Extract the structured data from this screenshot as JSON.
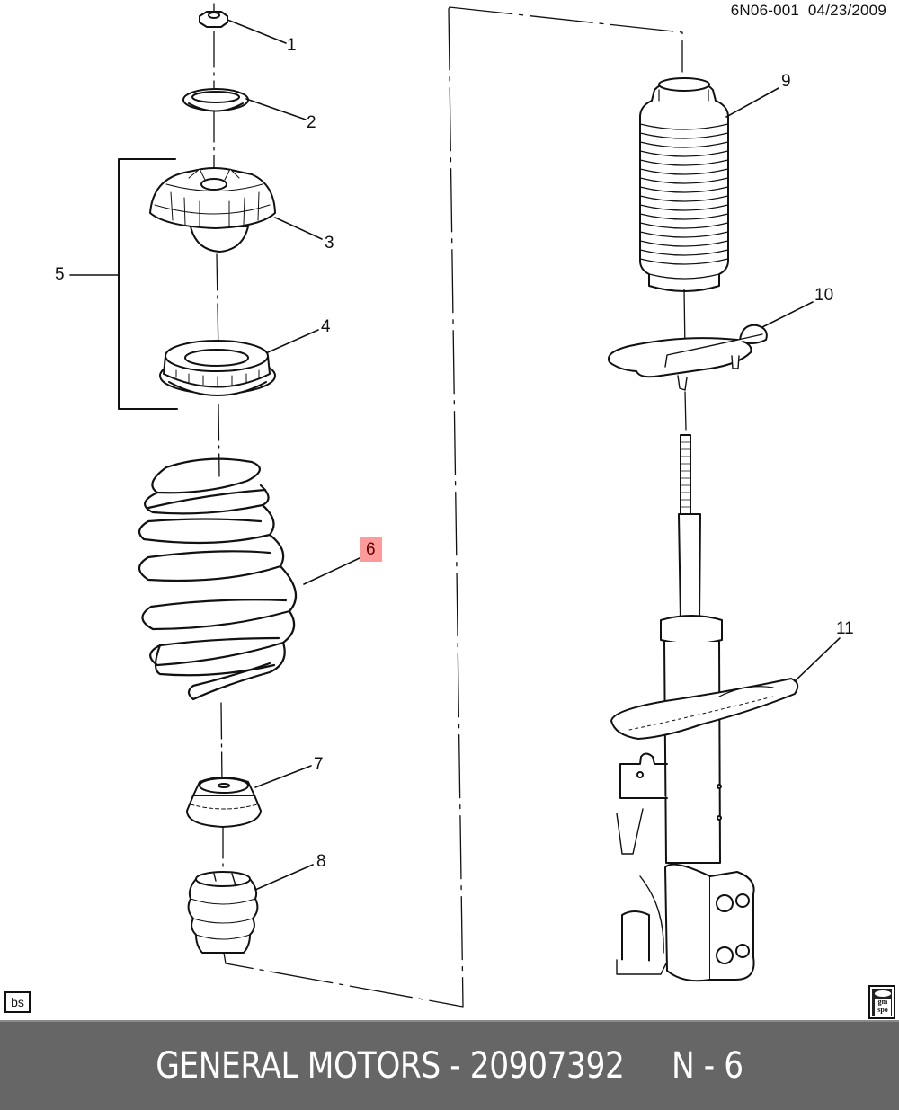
{
  "header": {
    "reference_id": "6N06-001",
    "date": "04/23/2009"
  },
  "callouts": [
    {
      "number": "1",
      "part": "nut",
      "highlighted": false
    },
    {
      "number": "2",
      "part": "washer",
      "highlighted": false
    },
    {
      "number": "3",
      "part": "strut-mount",
      "highlighted": false
    },
    {
      "number": "4",
      "part": "bearing",
      "highlighted": false
    },
    {
      "number": "5",
      "part": "mount-assembly-bracket",
      "highlighted": false
    },
    {
      "number": "6",
      "part": "coil-spring",
      "highlighted": true
    },
    {
      "number": "7",
      "part": "bumper-cap",
      "highlighted": false
    },
    {
      "number": "8",
      "part": "jounce-bumper",
      "highlighted": false
    },
    {
      "number": "9",
      "part": "dust-boot",
      "highlighted": false
    },
    {
      "number": "10",
      "part": "upper-spring-insulator",
      "highlighted": false
    },
    {
      "number": "11",
      "part": "lower-spring-seat",
      "highlighted": false
    }
  ],
  "badges": {
    "bs": "bs",
    "gmspo_line1": "gm",
    "gmspo_line2": "spo"
  },
  "colors": {
    "highlight": "#ff9a9a",
    "footer_bg": "#666666",
    "line": "#111111"
  },
  "footer": {
    "brand": "GENERAL MOTORS",
    "separator": " - ",
    "part_number": "20907392",
    "gap": "     ",
    "page_label": "N - 6"
  }
}
